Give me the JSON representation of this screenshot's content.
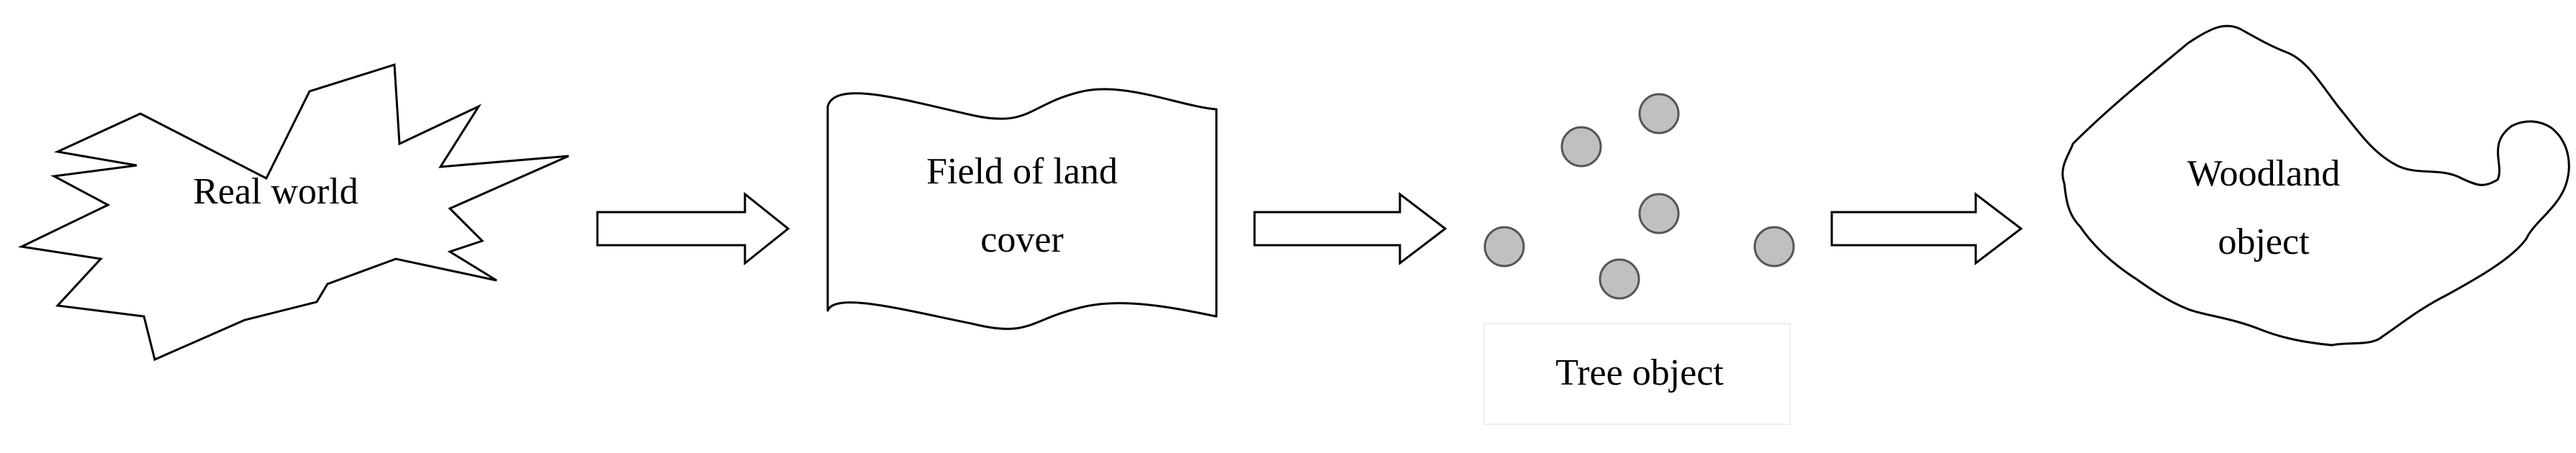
{
  "nodes": {
    "real_world": {
      "label": "Real world"
    },
    "land_cover": {
      "line1": "Field of land",
      "line2": "cover"
    },
    "tree": {
      "label": "Tree object"
    },
    "woodland": {
      "line1": "Woodland",
      "line2": "object"
    }
  },
  "colors": {
    "stroke": "#000000",
    "tree_fill": "#c0c0c0",
    "tree_stroke": "#555555",
    "caption_border": "#eeeeee",
    "text": "#000000"
  }
}
